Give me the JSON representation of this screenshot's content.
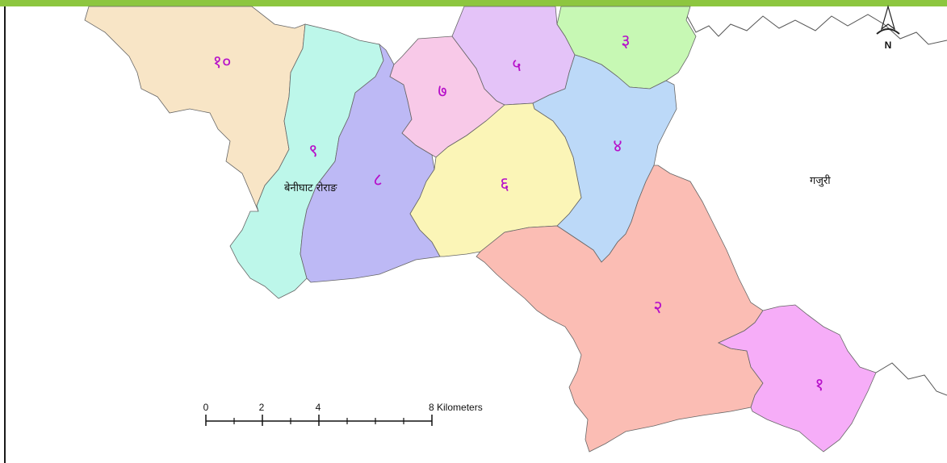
{
  "colors": {
    "top_bar": "#8dc63f",
    "ward_label": "#b60fc9",
    "ward_10": "#f8e5c6",
    "ward_9": "#bdf7ea",
    "ward_8": "#bdb9f5",
    "ward_7": "#f8c9e8",
    "ward_5": "#e4c3f8",
    "ward_3": "#c7f8b4",
    "ward_4": "#bcd9f8",
    "ward_6": "#fbf5b7",
    "ward_2": "#fbbdb4",
    "ward_1": "#f6adf8"
  },
  "map": {
    "wards": [
      {
        "id": "ward_10",
        "label": "१०"
      },
      {
        "id": "ward_9",
        "label": "९"
      },
      {
        "id": "ward_8",
        "label": "८"
      },
      {
        "id": "ward_7",
        "label": "७"
      },
      {
        "id": "ward_5",
        "label": "५"
      },
      {
        "id": "ward_3",
        "label": "३"
      },
      {
        "id": "ward_4",
        "label": "४"
      },
      {
        "id": "ward_6",
        "label": "६"
      },
      {
        "id": "ward_2",
        "label": "२"
      },
      {
        "id": "ward_1",
        "label": "१"
      }
    ],
    "places": {
      "benighat_rorang": "बेनीघाट रोराङ",
      "gajuri": "गजुरी"
    }
  },
  "north_arrow": {
    "label": "N"
  },
  "scale_bar": {
    "ticks": [
      "0",
      "2",
      "4"
    ],
    "end_label": "8 Kilometers"
  }
}
